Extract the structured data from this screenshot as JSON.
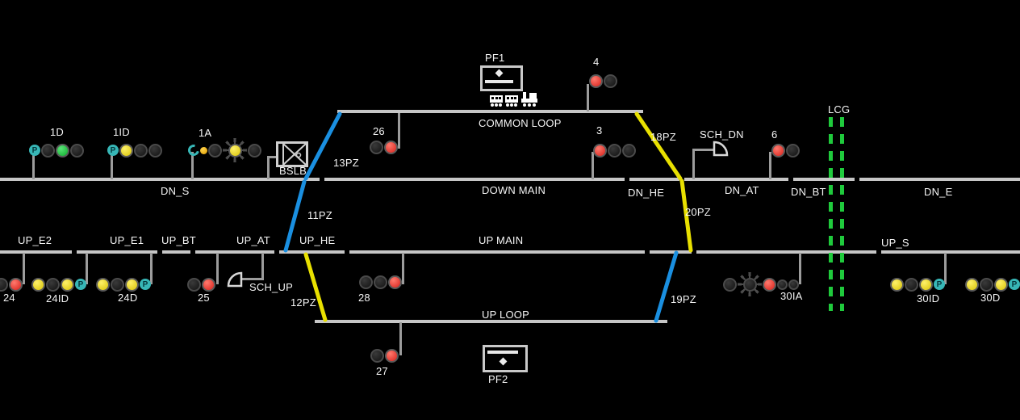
{
  "colors": {
    "background": "#000000",
    "track": "#c6c6c6",
    "point_blue": "#1a8fe0",
    "point_yellow": "#e8e000",
    "lcg_green": "#1fca3c",
    "signal_red": "#d7201a",
    "signal_green": "#0dad2b",
    "signal_yellow": "#d9c405",
    "badge_teal": "#37b6b6"
  },
  "tracks": {
    "common_loop": "COMMON LOOP",
    "down_main": "DOWN MAIN",
    "up_main": "UP MAIN",
    "up_loop": "UP LOOP"
  },
  "sections": {
    "dn_s": "DN_S",
    "dn_he": "DN_HE",
    "dn_at": "DN_AT",
    "dn_bt": "DN_BT",
    "dn_e": "DN_E",
    "up_e2": "UP_E2",
    "up_e1": "UP_E1",
    "up_bt": "UP_BT",
    "up_at": "UP_AT",
    "up_he": "UP_HE",
    "up_s": "UP_S"
  },
  "point_zones": {
    "pz13": "13PZ",
    "pz11": "11PZ",
    "pz12": "12PZ",
    "pz18": "18PZ",
    "pz20": "20PZ",
    "pz19": "19PZ"
  },
  "signals": {
    "s1d": {
      "label": "1D",
      "aspects": [
        "p",
        "dark",
        "green",
        "dark"
      ]
    },
    "s1id": {
      "label": "1ID",
      "aspects": [
        "p",
        "yellow",
        "dark",
        "dark"
      ]
    },
    "s1a": {
      "label": "1A",
      "aspects": [
        "c",
        "yellow-sm",
        "dark",
        "yellow-flash",
        "dark"
      ]
    },
    "s26": {
      "label": "26",
      "aspects": [
        "dark",
        "red"
      ]
    },
    "s4": {
      "label": "4",
      "aspects": [
        "red",
        "dark"
      ]
    },
    "s3": {
      "label": "3",
      "aspects": [
        "red",
        "dark",
        "dark"
      ]
    },
    "s6": {
      "label": "6",
      "aspects": [
        "red",
        "dark"
      ]
    },
    "s24": {
      "label": "24",
      "aspects": [
        "dark",
        "red"
      ]
    },
    "s24id": {
      "label": "24ID",
      "aspects": [
        "yellow",
        "dark",
        "yellow",
        "p"
      ]
    },
    "s24d": {
      "label": "24D",
      "aspects": [
        "yellow",
        "dark",
        "yellow",
        "p"
      ]
    },
    "s25": {
      "label": "25",
      "aspects": [
        "dark",
        "red"
      ]
    },
    "s28": {
      "label": "28",
      "aspects": [
        "dark",
        "dark",
        "red"
      ]
    },
    "s27": {
      "label": "27",
      "aspects": [
        "dark",
        "red"
      ]
    },
    "s30ia": {
      "label": "30IA",
      "aspects": [
        "dark",
        "dark-flash",
        "red",
        "dark-sm",
        "dark-sm"
      ]
    },
    "s30id": {
      "label": "30ID",
      "aspects": [
        "yellow",
        "dark",
        "yellow",
        "p"
      ]
    },
    "s30d": {
      "label": "30D",
      "aspects": [
        "yellow",
        "dark",
        "yellow",
        "p"
      ]
    }
  },
  "shunt_signals": {
    "sch_dn": "SCH_DN",
    "sch_up": "SCH_UP"
  },
  "platforms": {
    "pf1": "PF1",
    "pf2": "PF2"
  },
  "block_instrument": {
    "bslb": "BSLB"
  },
  "level_crossing": {
    "lcg": "LCG"
  }
}
